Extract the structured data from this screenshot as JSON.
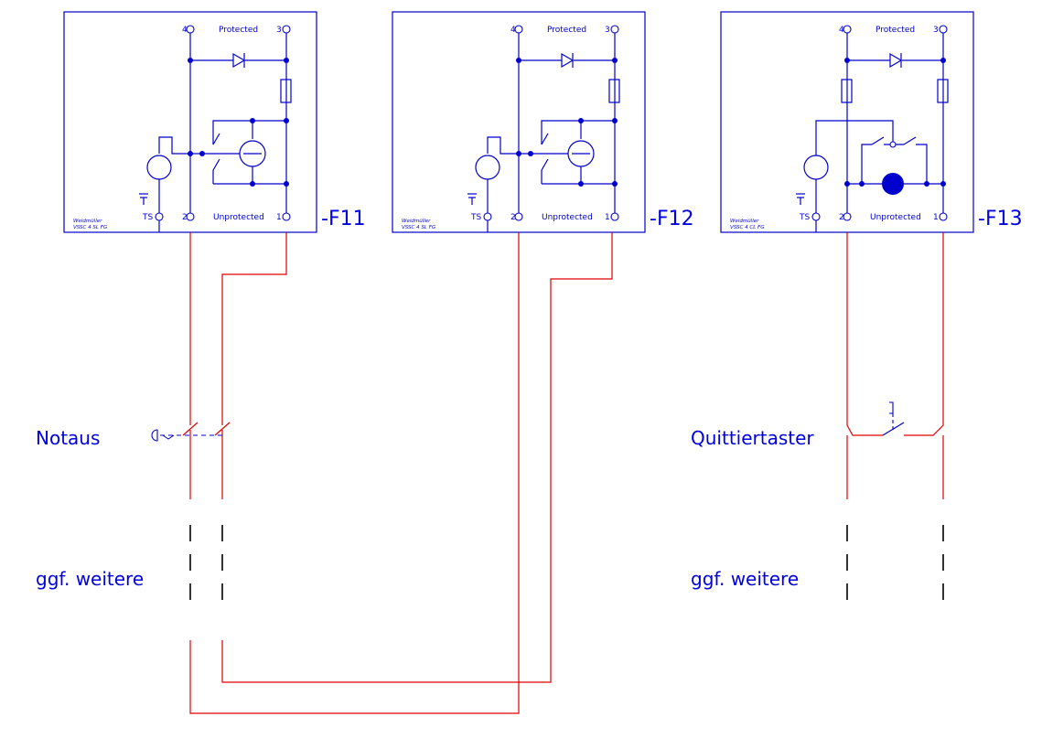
{
  "modules": [
    {
      "id": "-F11",
      "protected_label": "Protected",
      "unprotected_label": "Unprotected",
      "maker": "Weidmüller",
      "model": "VSSC 4 SL FG",
      "terminals": {
        "t4": "4",
        "t3": "3",
        "t2": "2",
        "t1": "1",
        "ts": "TS"
      }
    },
    {
      "id": "-F12",
      "protected_label": "Protected",
      "unprotected_label": "Unprotected",
      "maker": "Weidmüller",
      "model": "VSSC 4 SL FG",
      "terminals": {
        "t4": "4",
        "t3": "3",
        "t2": "2",
        "t1": "1",
        "ts": "TS"
      }
    },
    {
      "id": "-F13",
      "protected_label": "Protected",
      "unprotected_label": "Unprotected",
      "maker": "Weidmüller",
      "model": "VSSC 4 CL FG",
      "terminals": {
        "t4": "4",
        "t3": "3",
        "t2": "2",
        "t1": "1",
        "ts": "TS"
      }
    }
  ],
  "labels": {
    "notaus": "Notaus",
    "quittiertaster": "Quittiertaster",
    "weitere_left": "ggf. weitere",
    "weitere_right": "ggf. weitere"
  },
  "colors": {
    "module": "#0000cc",
    "wire": "#e00000",
    "label": "#0000e0"
  }
}
